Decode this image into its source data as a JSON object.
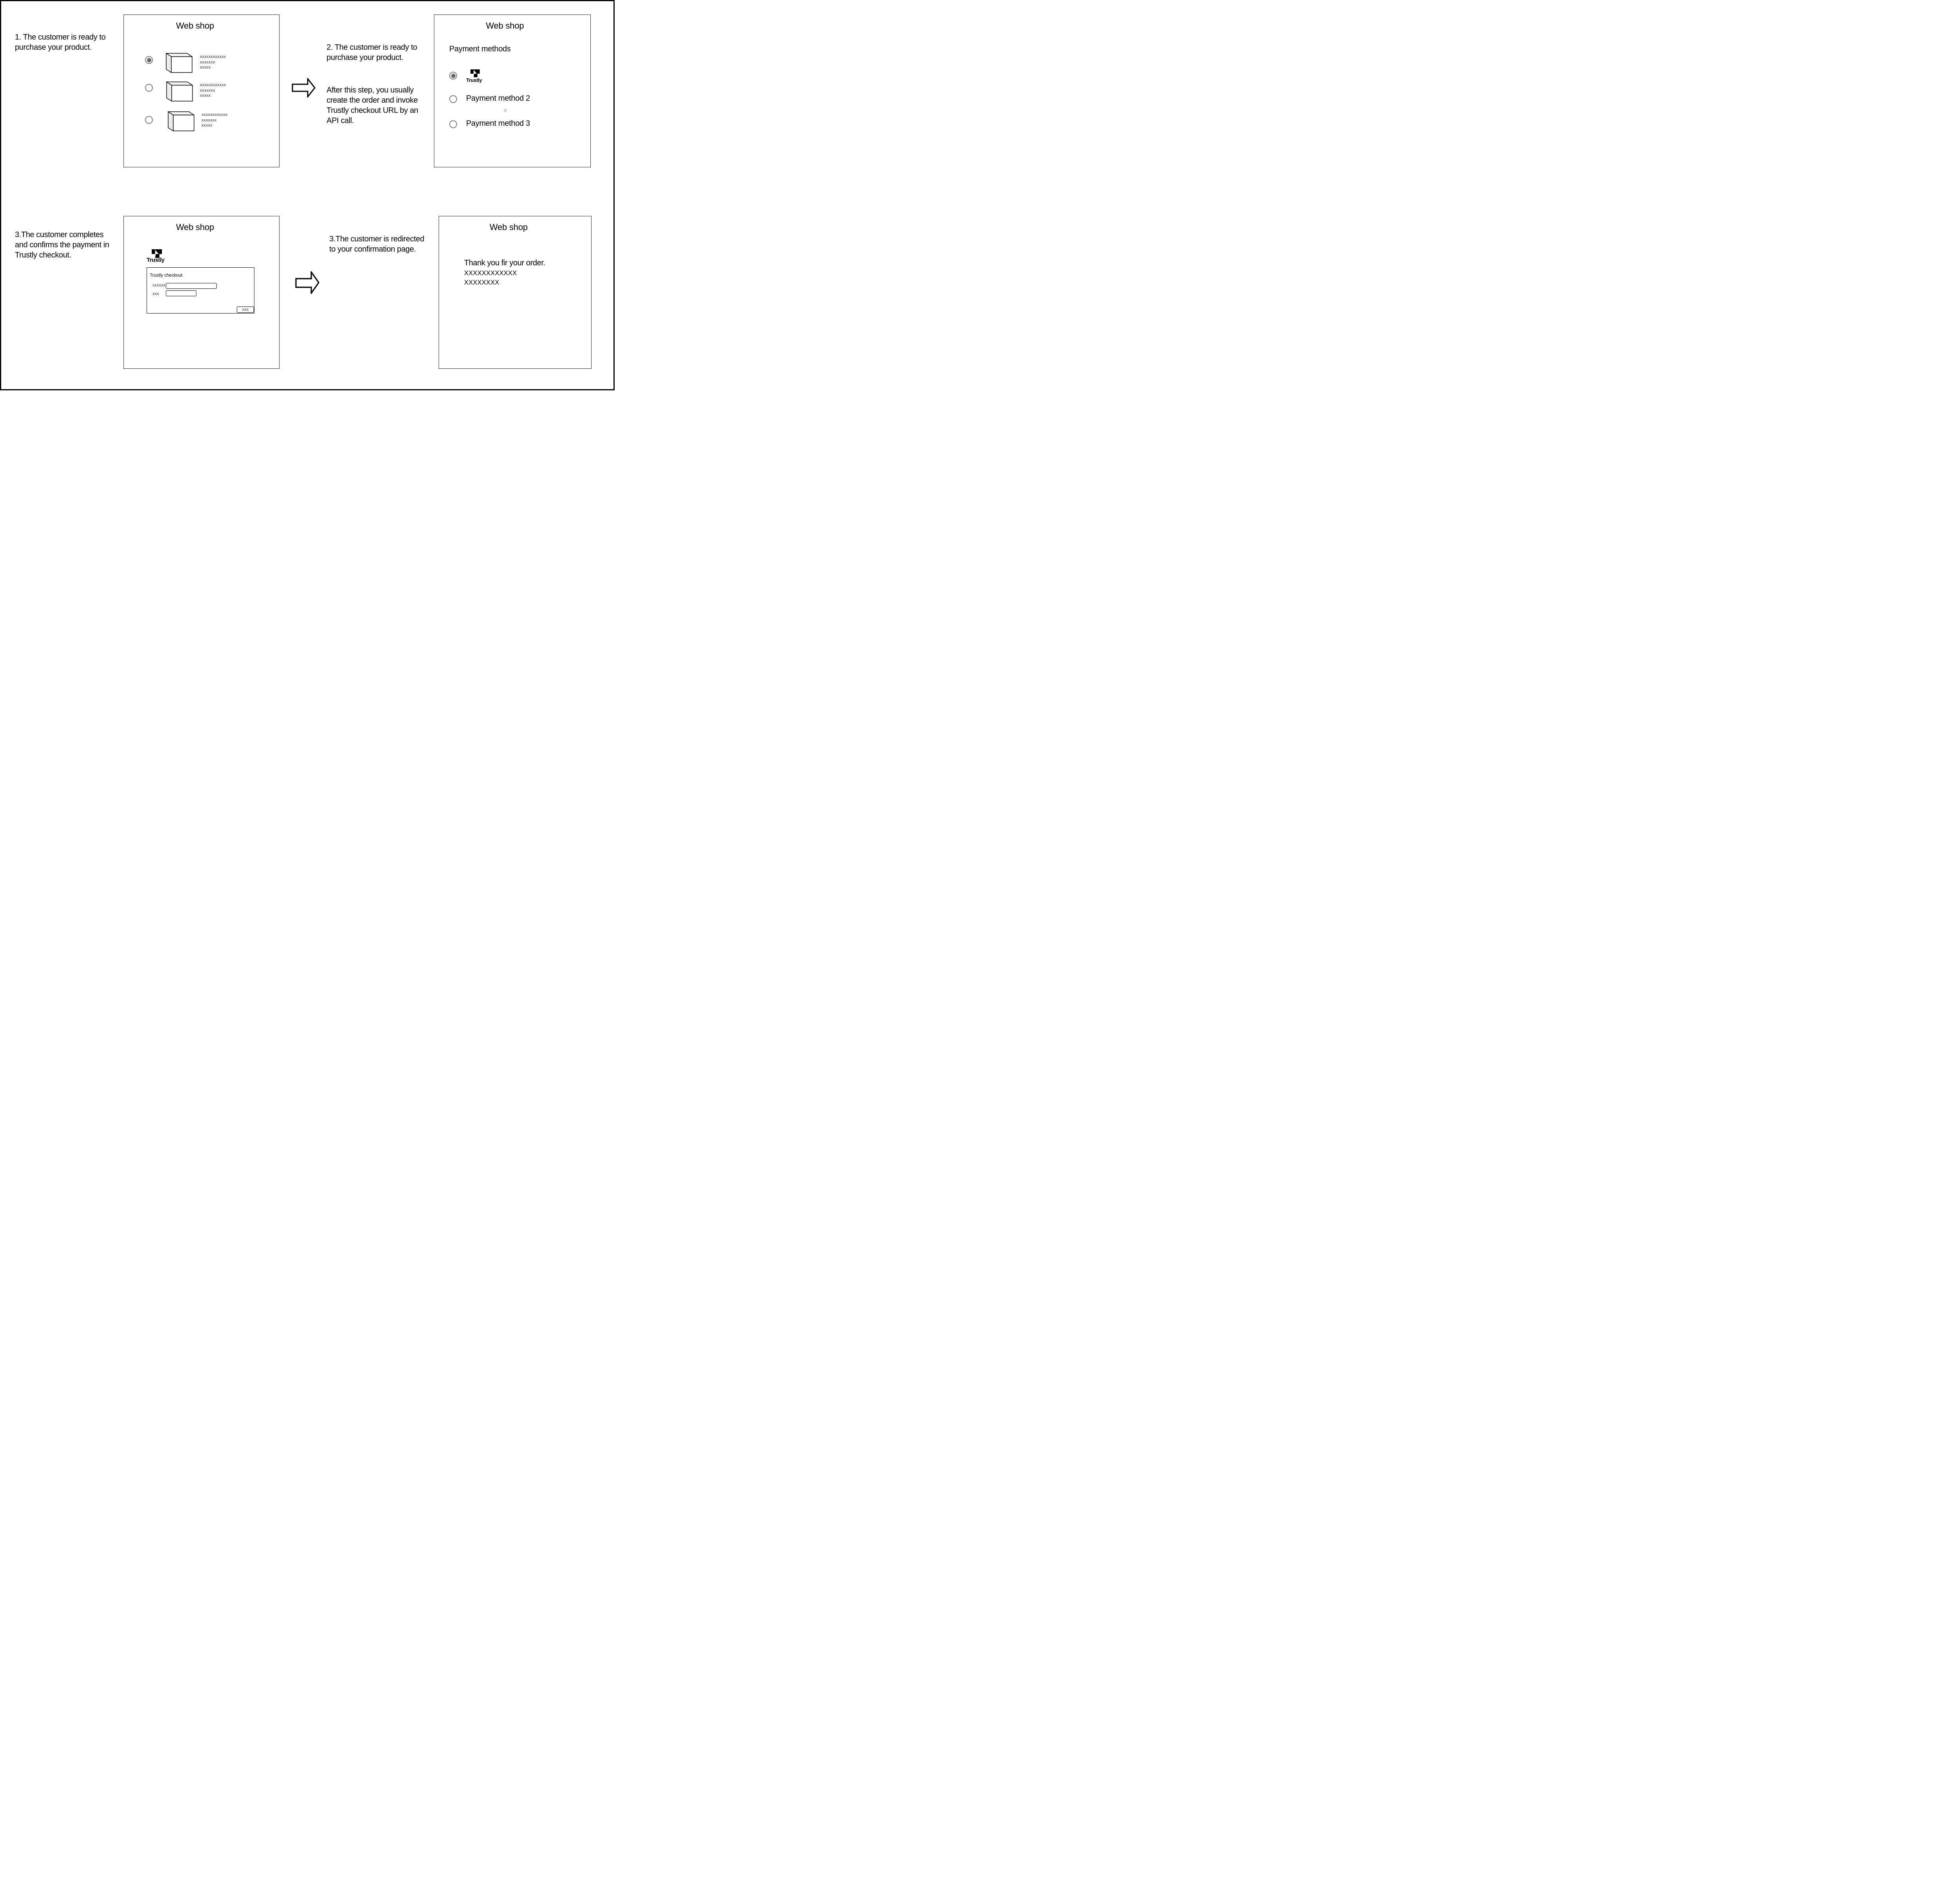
{
  "captions": {
    "step1": "1. The customer is ready to\npurchase your product.",
    "step2_para1": "2. The customer is ready to\npurchase your product.",
    "step2_para2": "After this step, you usually\ncreate the order and invoke\nTrustly checkout URL by an\nAPI call.",
    "step3": "3.The customer completes\nand confirms the payment in\nTrustly checkout.",
    "step4": "3.The customer is redirected\nto your confirmation page."
  },
  "shop1": {
    "title": "Web shop",
    "products": [
      {
        "selected": true,
        "label": "XXXXXXXXXXXX\nXXXXXXX\nXXXXX"
      },
      {
        "selected": false,
        "label": "XXXXXXXXXXXX\nXXXXXXX\nXXXXX"
      },
      {
        "selected": false,
        "label": "XXXXXXXXXXXX\nXXXXXXX\nXXXXX"
      }
    ]
  },
  "shop2": {
    "title": "Web shop",
    "heading": "Payment methods",
    "methods": [
      {
        "label": "Trustly",
        "selected": true
      },
      {
        "label": "Payment method 2",
        "selected": false
      },
      {
        "label": "Payment method 3",
        "selected": false
      }
    ]
  },
  "shop3": {
    "title": "Web shop",
    "brand": "Trustly",
    "checkout_title": "Trustly checkout",
    "field1_label": "XXXXXX",
    "field1_value": "",
    "field2_label": "XXX",
    "field2_value": "",
    "button_label": "XXX"
  },
  "shop4": {
    "title": "Web shop",
    "thanks_line1": "Thank you fir your order.",
    "thanks_line2": "XXXXXXXXXXXX",
    "thanks_line3": "XXXXXXXX"
  },
  "colors": {
    "text": "#000000",
    "panel_border": "#1f1f1f",
    "box_face_top": "#f3f3f3",
    "box_face_side": "#ededed",
    "radio_ring": "#7d7d7d",
    "radio_fill": "#686868",
    "logo_black": "#000000"
  }
}
